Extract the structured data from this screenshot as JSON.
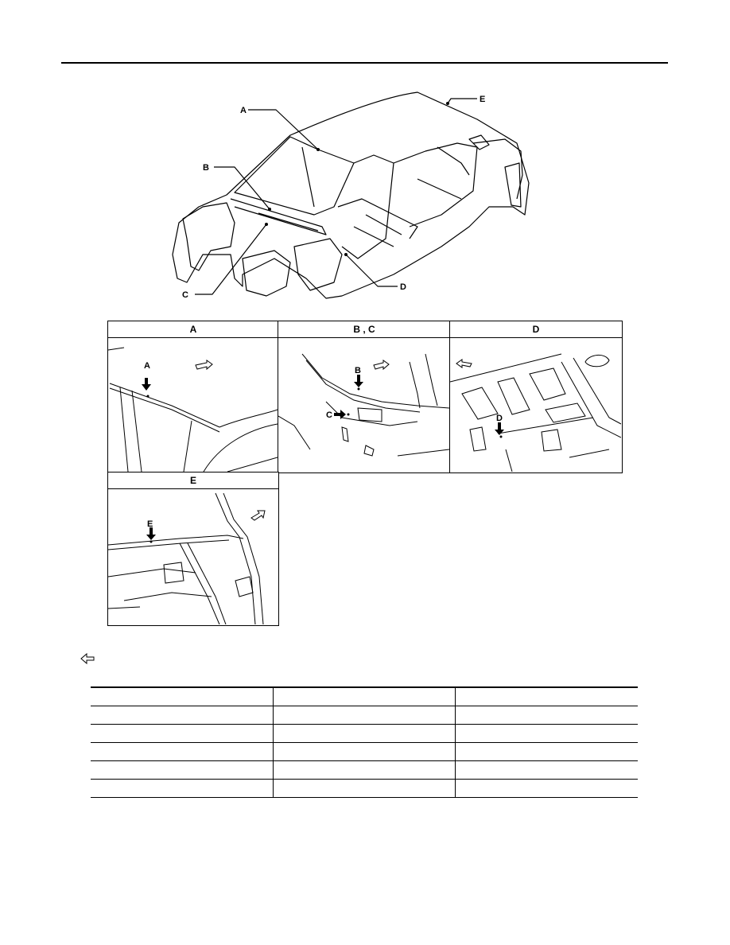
{
  "overview": {
    "callouts": [
      "A",
      "B",
      "C",
      "D",
      "E"
    ]
  },
  "views": [
    {
      "header": "A",
      "marker": "A"
    },
    {
      "header": "B , C",
      "marker_b": "B",
      "marker_c": "C"
    },
    {
      "header": "D",
      "marker": "D"
    },
    {
      "header": "E",
      "marker": "E"
    }
  ],
  "legend": {
    "icon": "front-arrow-outline-icon"
  },
  "table": {
    "columns": 3,
    "rows": 5
  }
}
